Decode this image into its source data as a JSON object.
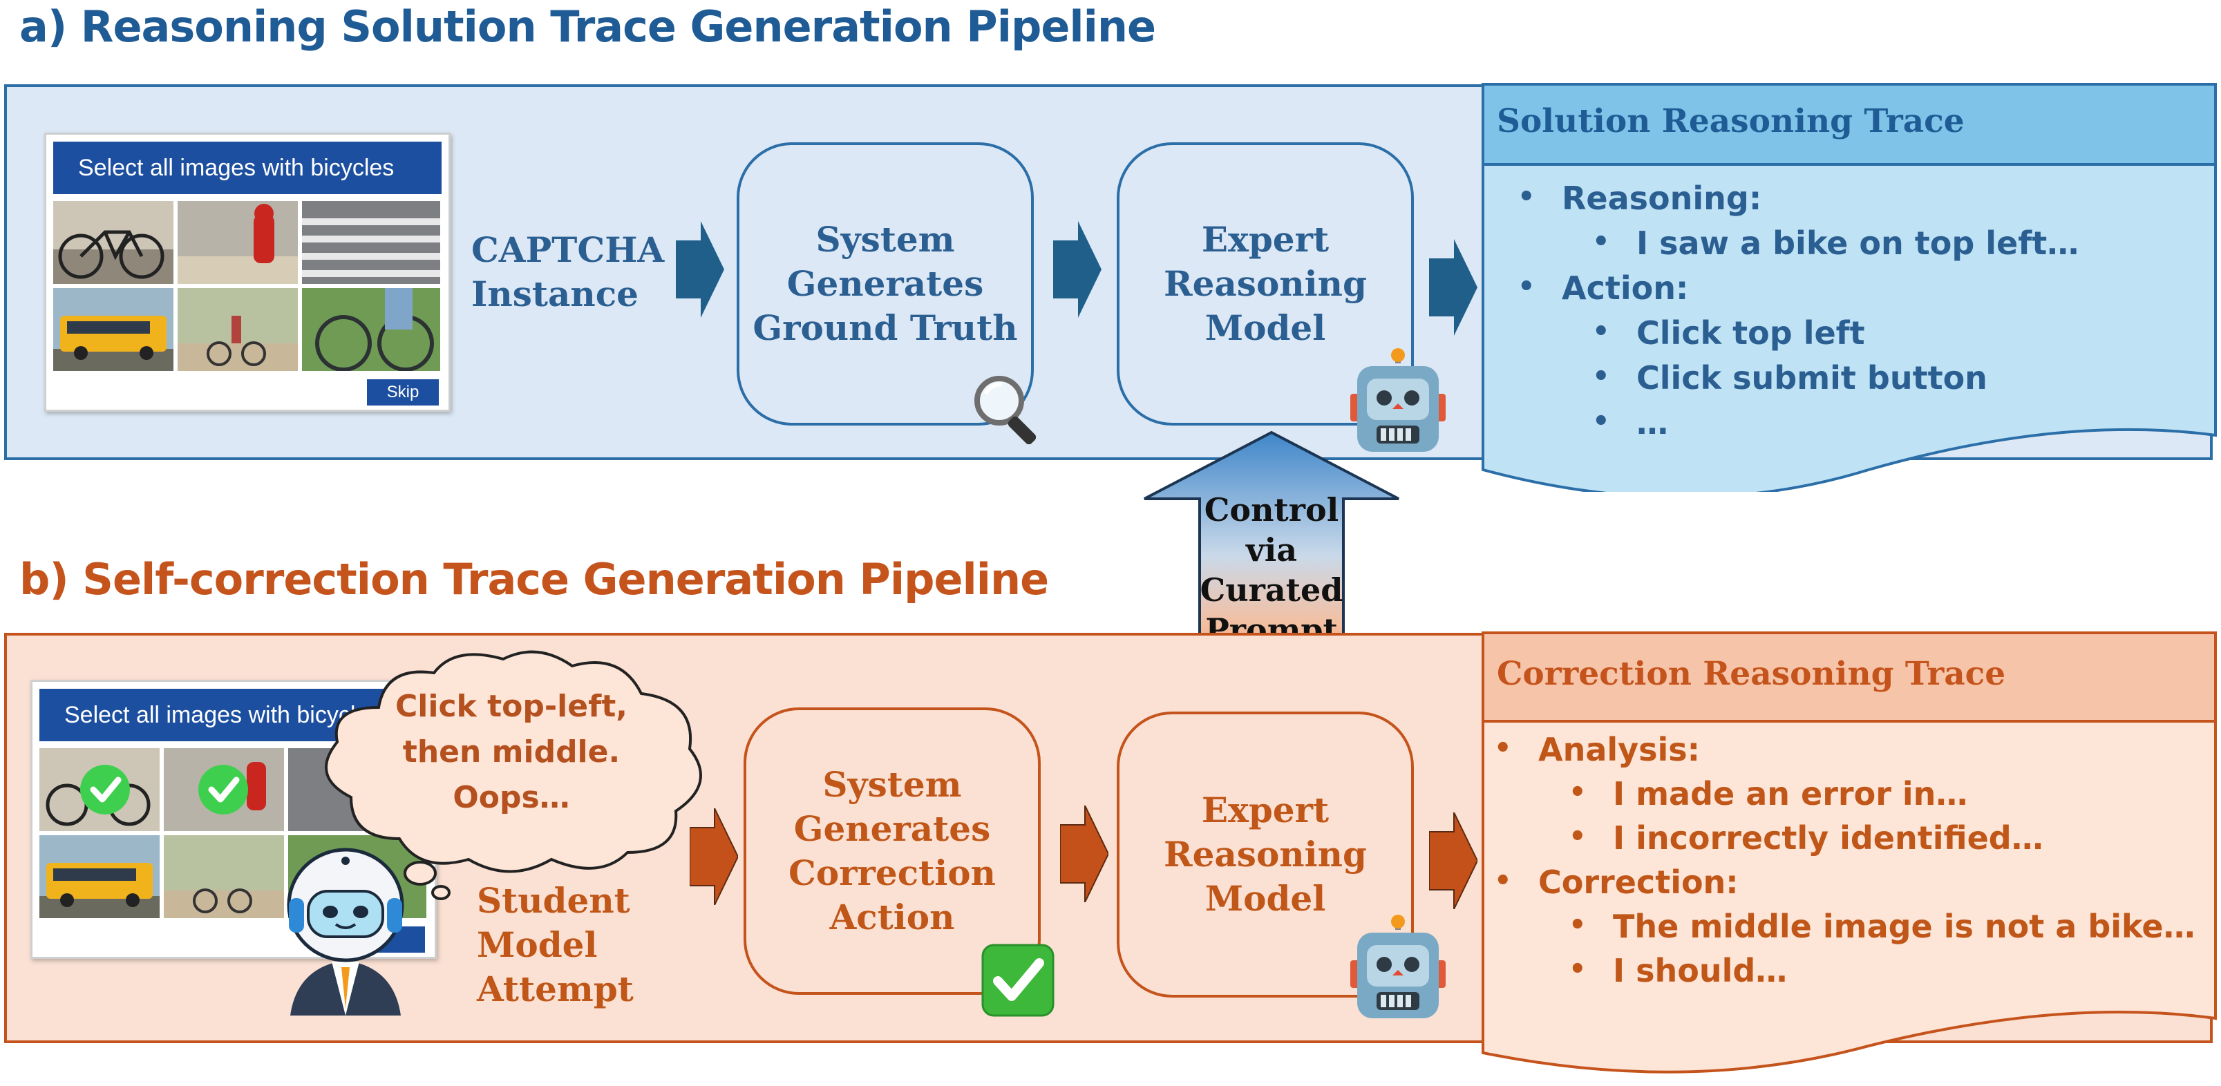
{
  "colors": {
    "blue_title": "#1f5b95",
    "blue_panel": "#dce8f5",
    "blue_border": "#2b6ea8",
    "blue_node_text": "#2b5f92",
    "blue_arrow": "#1f5f8a",
    "trace_blue_header": "#7fc4e8",
    "trace_blue_body": "#bfe3f5",
    "orange_title": "#c5531c",
    "orange_panel": "#fbe1d3",
    "orange_border": "#c5531c",
    "orange_node_text": "#c05618",
    "orange_arrow": "#c4501a",
    "trace_orange_header": "#f6c4a8",
    "trace_orange_body": "#fde5d8"
  },
  "section_a": {
    "title": "a) Reasoning Solution Trace Generation Pipeline",
    "captcha": {
      "header": "Select all images with bicycles",
      "skip_label": "Skip"
    },
    "input_label": "CAPTCHA\nInstance",
    "node1": "System\nGenerates\nGround Truth",
    "node1_icon": "magnifier-icon",
    "node2": "Expert\nReasoning\nModel",
    "node2_icon": "robot-icon",
    "trace": {
      "title": "Solution Reasoning Trace",
      "lines": [
        {
          "level": 1,
          "text": "Reasoning:"
        },
        {
          "level": 2,
          "text": "I saw a bike on top left…"
        },
        {
          "level": 1,
          "text": "Action:"
        },
        {
          "level": 2,
          "text": "Click top left"
        },
        {
          "level": 2,
          "text": "Click submit button"
        },
        {
          "level": 2,
          "text": "…"
        }
      ]
    }
  },
  "control": {
    "text": "Control\nvia\nCurated\nPrompt"
  },
  "section_b": {
    "title": "b) Self-correction Trace Generation Pipeline",
    "captcha": {
      "header": "Select all images with bicycles"
    },
    "bubble": "Click top-left,\nthen middle.\nOops…",
    "student_label": "Student\nModel\nAttempt",
    "student_icon": "student-robot-icon",
    "node1": "System\nGenerates\nCorrection\nAction",
    "node1_icon": "check-mark-icon",
    "node2": "Expert\nReasoning\nModel",
    "node2_icon": "robot-icon",
    "trace": {
      "title": "Correction Reasoning Trace",
      "lines": [
        {
          "level": 1,
          "text": "Analysis:"
        },
        {
          "level": 2,
          "text": "I made an error in…"
        },
        {
          "level": 2,
          "text": "I incorrectly identified…"
        },
        {
          "level": 1,
          "text": "Correction:"
        },
        {
          "level": 2,
          "text": "The middle image is not a bike…"
        },
        {
          "level": 2,
          "text": "I should…"
        }
      ]
    }
  }
}
